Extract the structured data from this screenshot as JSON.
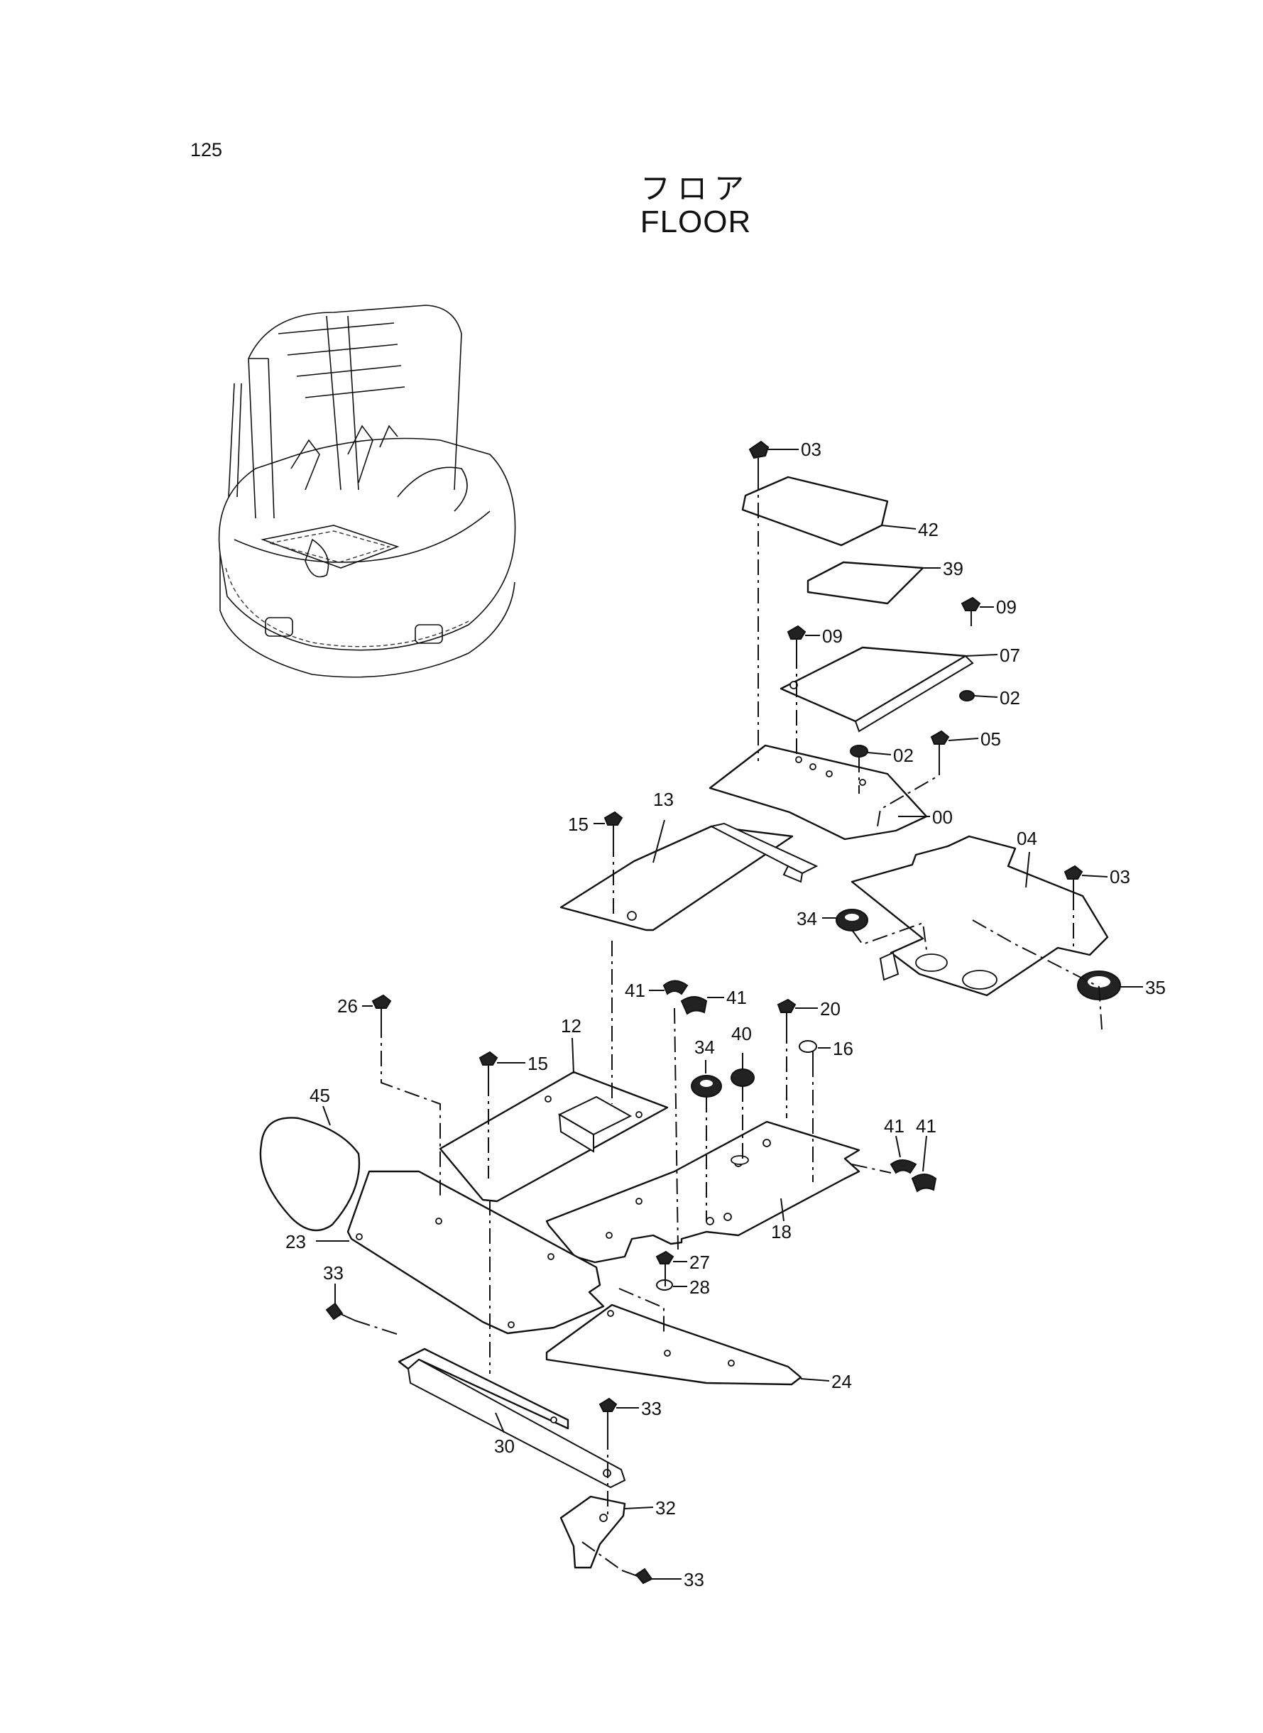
{
  "page": {
    "number": "125"
  },
  "title": {
    "japanese": "フロア",
    "english": "FLOOR"
  },
  "callouts": {
    "c1": "03",
    "c2": "42",
    "c3": "39",
    "c4": "09",
    "c5": "09",
    "c6": "07",
    "c7": "02",
    "c8": "02",
    "c9": "05",
    "c10": "00",
    "c11": "13",
    "c12": "15",
    "c13": "04",
    "c14": "03",
    "c15": "34",
    "c16": "35",
    "c17": "41",
    "c18": "41",
    "c19": "26",
    "c20": "20",
    "c21": "12",
    "c22": "15",
    "c23": "34",
    "c24": "40",
    "c25": "16",
    "c26": "45",
    "c27": "41",
    "c28": "41",
    "c29": "23",
    "c30": "18",
    "c31": "27",
    "c32": "28",
    "c33": "33",
    "c34": "24",
    "c35": "33",
    "c36": "30",
    "c37": "32",
    "c38": "33"
  }
}
